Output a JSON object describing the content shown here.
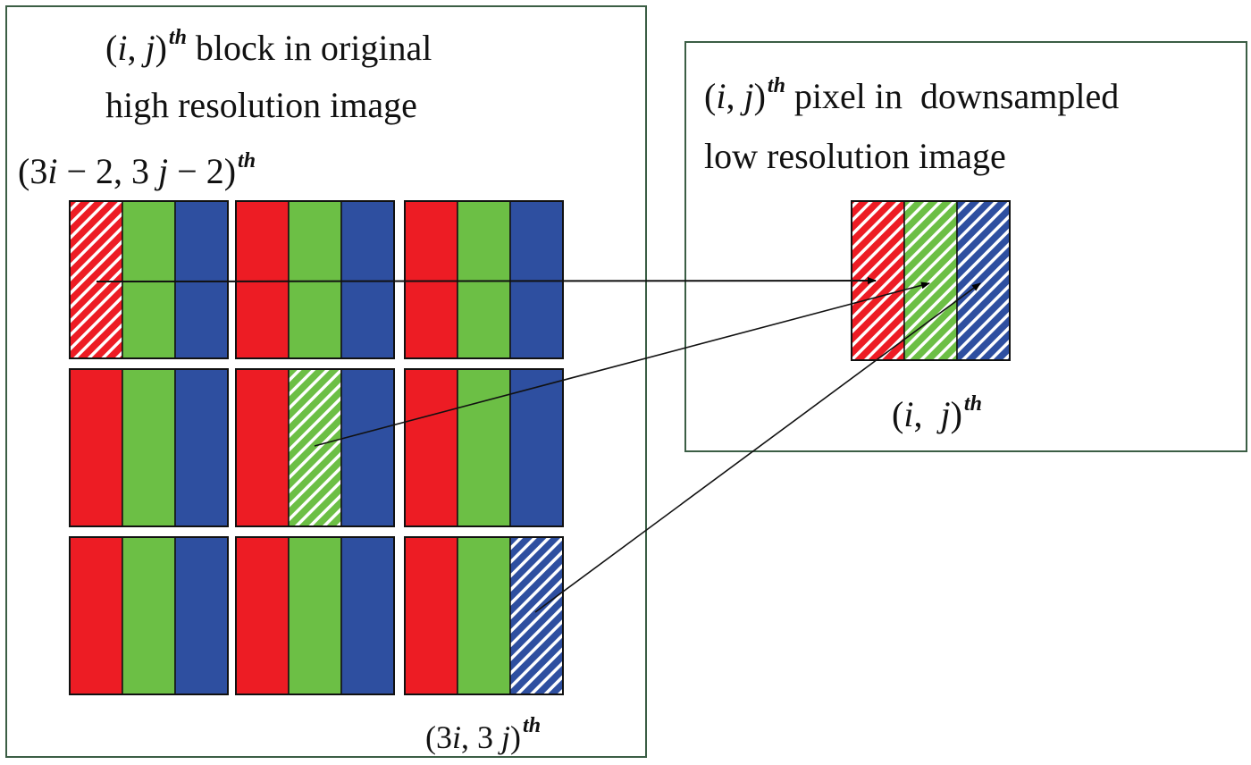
{
  "high_res_panel": {
    "title_line_1": "(i, j)th block in original",
    "title_line_2": "high resolution image",
    "first_pixel_index": "(3i − 2, 3 j − 2)th",
    "last_pixel_index": "(3i, 3 j)th"
  },
  "low_res_panel": {
    "title_line_1": "(i, j)th pixel in  downsampled",
    "title_line_2": "low resolution image",
    "pixel_index": "(i, j)th"
  },
  "colors": {
    "red": "#ed1c24",
    "green": "#6cbf45",
    "blue": "#2e4fa0",
    "panel_border": "#3b5e45"
  },
  "grid": {
    "rows": 3,
    "cols": 3,
    "subpixels": [
      "red",
      "green",
      "blue"
    ],
    "sampled": [
      {
        "row": 1,
        "col": 1,
        "channel": "red"
      },
      {
        "row": 2,
        "col": 2,
        "channel": "green"
      },
      {
        "row": 3,
        "col": 3,
        "channel": "blue"
      }
    ]
  }
}
